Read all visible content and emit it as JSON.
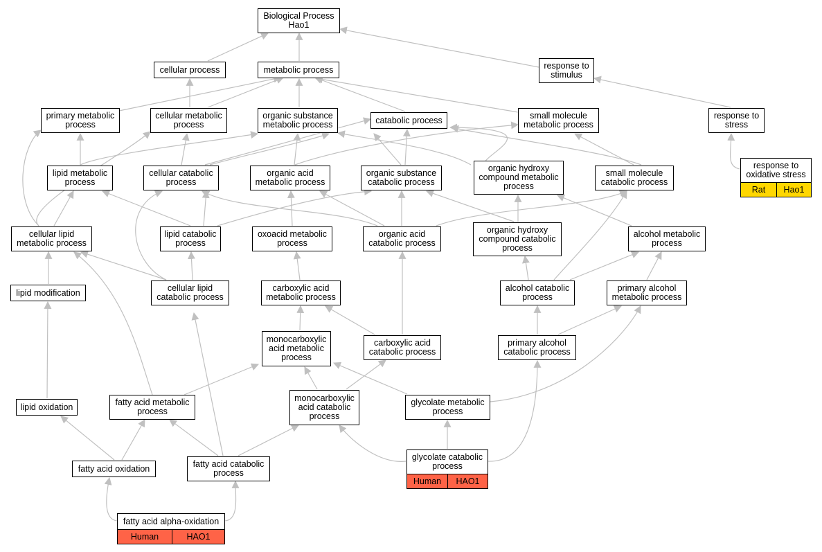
{
  "colors": {
    "edge": "#c0c0c0",
    "human": "#ff6347",
    "rat": "#ffd700"
  },
  "nodes": {
    "bp": "Biological Process\nHao1",
    "cellular_process": "cellular process",
    "metabolic_process": "metabolic process",
    "response_to_stimulus": "response to\nstimulus",
    "primary_metabolic_process": "primary metabolic\nprocess",
    "cellular_metabolic_process": "cellular metabolic\nprocess",
    "organic_substance_metabolic_process": "organic substance\nmetabolic process",
    "catabolic_process": "catabolic process",
    "small_molecule_metabolic_process": "small molecule\nmetabolic process",
    "response_to_stress": "response to\nstress",
    "lipid_metabolic_process": "lipid metabolic\nprocess",
    "cellular_catabolic_process": "cellular catabolic\nprocess",
    "organic_acid_metabolic_process": "organic acid\nmetabolic process",
    "organic_substance_catabolic_process": "organic substance\ncatabolic process",
    "organic_hydroxy_compound_metabolic_process": "organic hydroxy\ncompound metabolic\nprocess",
    "small_molecule_catabolic_process": "small molecule\ncatabolic process",
    "response_to_oxidative_stress": "response to\noxidative stress",
    "cellular_lipid_metabolic_process": "cellular lipid\nmetabolic process",
    "lipid_catabolic_process": "lipid catabolic\nprocess",
    "oxoacid_metabolic_process": "oxoacid metabolic\nprocess",
    "organic_acid_catabolic_process": "organic acid\ncatabolic process",
    "organic_hydroxy_compound_catabolic_process": "organic hydroxy\ncompound catabolic\nprocess",
    "alcohol_metabolic_process": "alcohol metabolic\nprocess",
    "lipid_modification": "lipid modification",
    "cellular_lipid_catabolic_process": "cellular lipid\ncatabolic process",
    "carboxylic_acid_metabolic_process": "carboxylic acid\nmetabolic process",
    "alcohol_catabolic_process": "alcohol catabolic\nprocess",
    "primary_alcohol_metabolic_process": "primary alcohol\nmetabolic process",
    "monocarboxylic_acid_metabolic_process": "monocarboxylic\nacid metabolic\nprocess",
    "carboxylic_acid_catabolic_process": "carboxylic acid\ncatabolic process",
    "primary_alcohol_catabolic_process": "primary alcohol\ncatabolic process",
    "lipid_oxidation": "lipid oxidation",
    "fatty_acid_metabolic_process": "fatty acid metabolic\nprocess",
    "monocarboxylic_acid_catabolic_process": "monocarboxylic\nacid catabolic\nprocess",
    "glycolate_metabolic_process": "glycolate metabolic\nprocess",
    "fatty_acid_oxidation": "fatty acid oxidation",
    "fatty_acid_catabolic_process": "fatty acid catabolic\nprocess",
    "glycolate_catabolic_process": "glycolate catabolic\nprocess",
    "fatty_acid_alpha_oxidation": "fatty acid alpha-oxidation"
  },
  "annotations": {
    "response_to_oxidative_stress": {
      "species": "Rat",
      "gene": "Hao1"
    },
    "glycolate_catabolic_process": {
      "species": "Human",
      "gene": "HAO1"
    },
    "fatty_acid_alpha_oxidation": {
      "species": "Human",
      "gene": "HAO1"
    }
  }
}
